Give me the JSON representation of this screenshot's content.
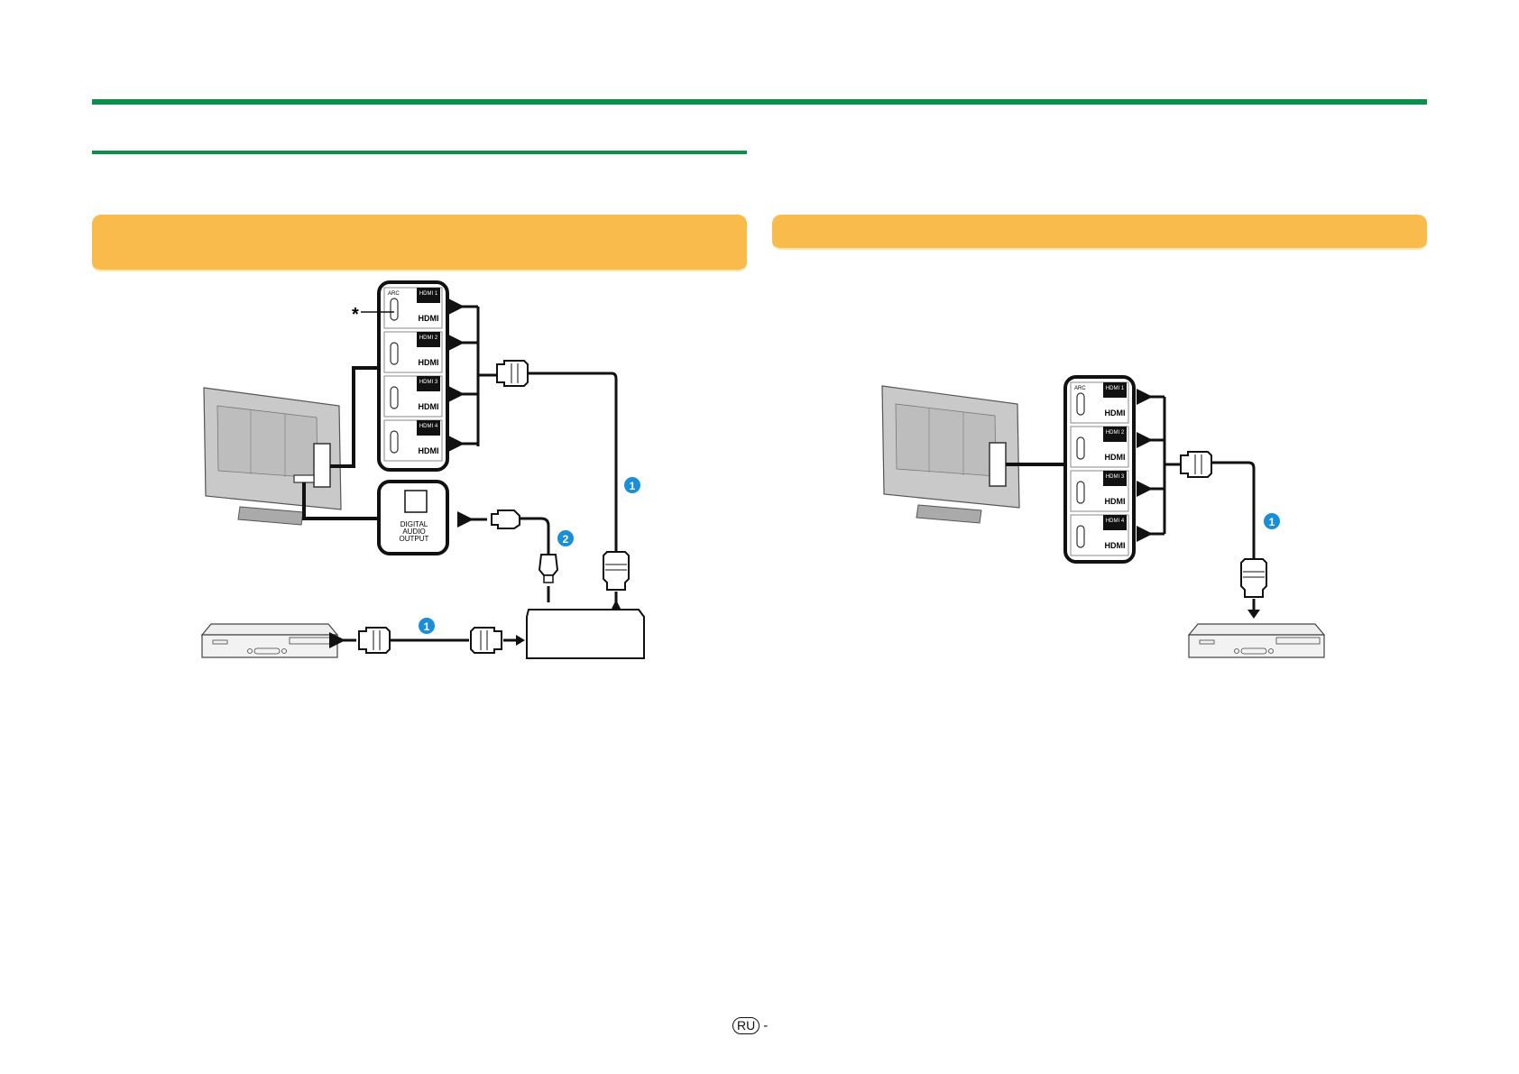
{
  "page": {
    "header_rule_color": "#0b8f4a",
    "section_header_color": "#f9bb4b"
  },
  "left_section": {
    "header_text": "",
    "diagram": {
      "asterisk": "*",
      "hdmi_ports": [
        {
          "label": "HDMI 1",
          "arc": "ARC",
          "logo": "HDMI"
        },
        {
          "label": "HDMI 2",
          "arc": "",
          "logo": "HDMI"
        },
        {
          "label": "HDMI 3",
          "arc": "",
          "logo": "HDMI"
        },
        {
          "label": "HDMI 4",
          "arc": "",
          "logo": "HDMI"
        }
      ],
      "digital_audio": [
        "DIGITAL",
        "AUDIO",
        "OUTPUT"
      ],
      "markers": [
        "1",
        "2",
        "1"
      ]
    }
  },
  "right_section": {
    "header_text": "",
    "diagram": {
      "hdmi_ports": [
        {
          "label": "HDMI 1",
          "arc": "ARC",
          "logo": "HDMI"
        },
        {
          "label": "HDMI 2",
          "arc": "",
          "logo": "HDMI"
        },
        {
          "label": "HDMI 3",
          "arc": "",
          "logo": "HDMI"
        },
        {
          "label": "HDMI 4",
          "arc": "",
          "logo": "HDMI"
        }
      ],
      "markers": [
        "1"
      ]
    }
  },
  "footer": {
    "lang_badge": "RU",
    "page_suffix": "-"
  }
}
